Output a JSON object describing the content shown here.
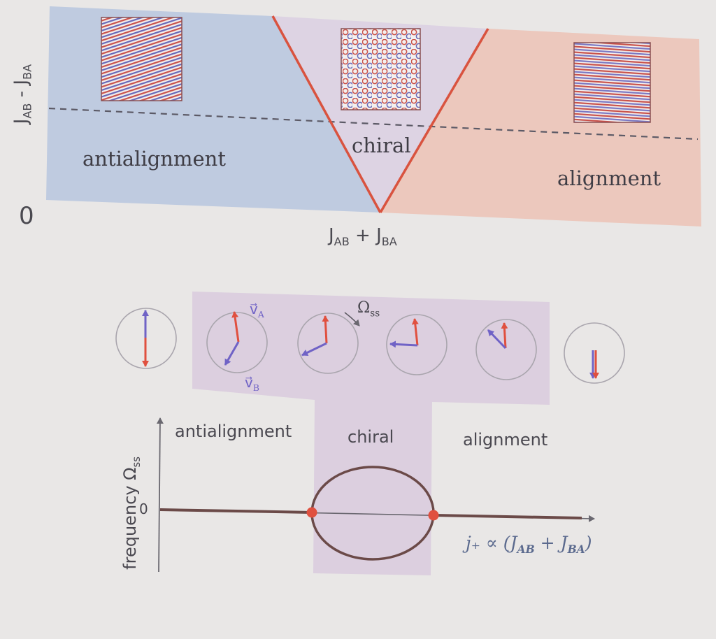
{
  "phase_diagram": {
    "y_axis_label": "J",
    "y_axis_sub1": "AB",
    "y_axis_minus": " - J",
    "y_axis_sub2": "BA",
    "x_axis_label": "J",
    "x_axis_sub1": "AB",
    "x_axis_plus": " + J",
    "x_axis_sub2": "BA",
    "origin_label": "0",
    "regions": {
      "left": "antialignment",
      "center": "chiral",
      "right": "alignment"
    },
    "colors": {
      "antialignment": "#bfcbe0",
      "chiral": "#ddd3e3",
      "alignment": "#ecc8bd",
      "boundary": "#d9533f"
    }
  },
  "bifurcation_diagram": {
    "y_axis_label": "frequency Ω",
    "y_axis_sub": "ss",
    "zero_label": "0",
    "x_axis_label": "j₊ ∝ (J",
    "x_axis_sub1": "AB",
    "x_axis_plus": " + J",
    "x_axis_sub2": "BA",
    "x_axis_close": ")",
    "regions": {
      "left": "antialignment",
      "center": "chiral",
      "right": "alignment"
    },
    "vector_labels": {
      "a": "v⃗",
      "a_sub": "A",
      "b": "v⃗",
      "b_sub": "B",
      "omega": "Ω",
      "omega_sub": "ss"
    },
    "colors": {
      "chiral_band": "#dccfdf",
      "vector_a": "#e0503f",
      "vector_b": "#7063c6",
      "curve": "#6b4a48",
      "critical_point": "#e0503f"
    }
  }
}
